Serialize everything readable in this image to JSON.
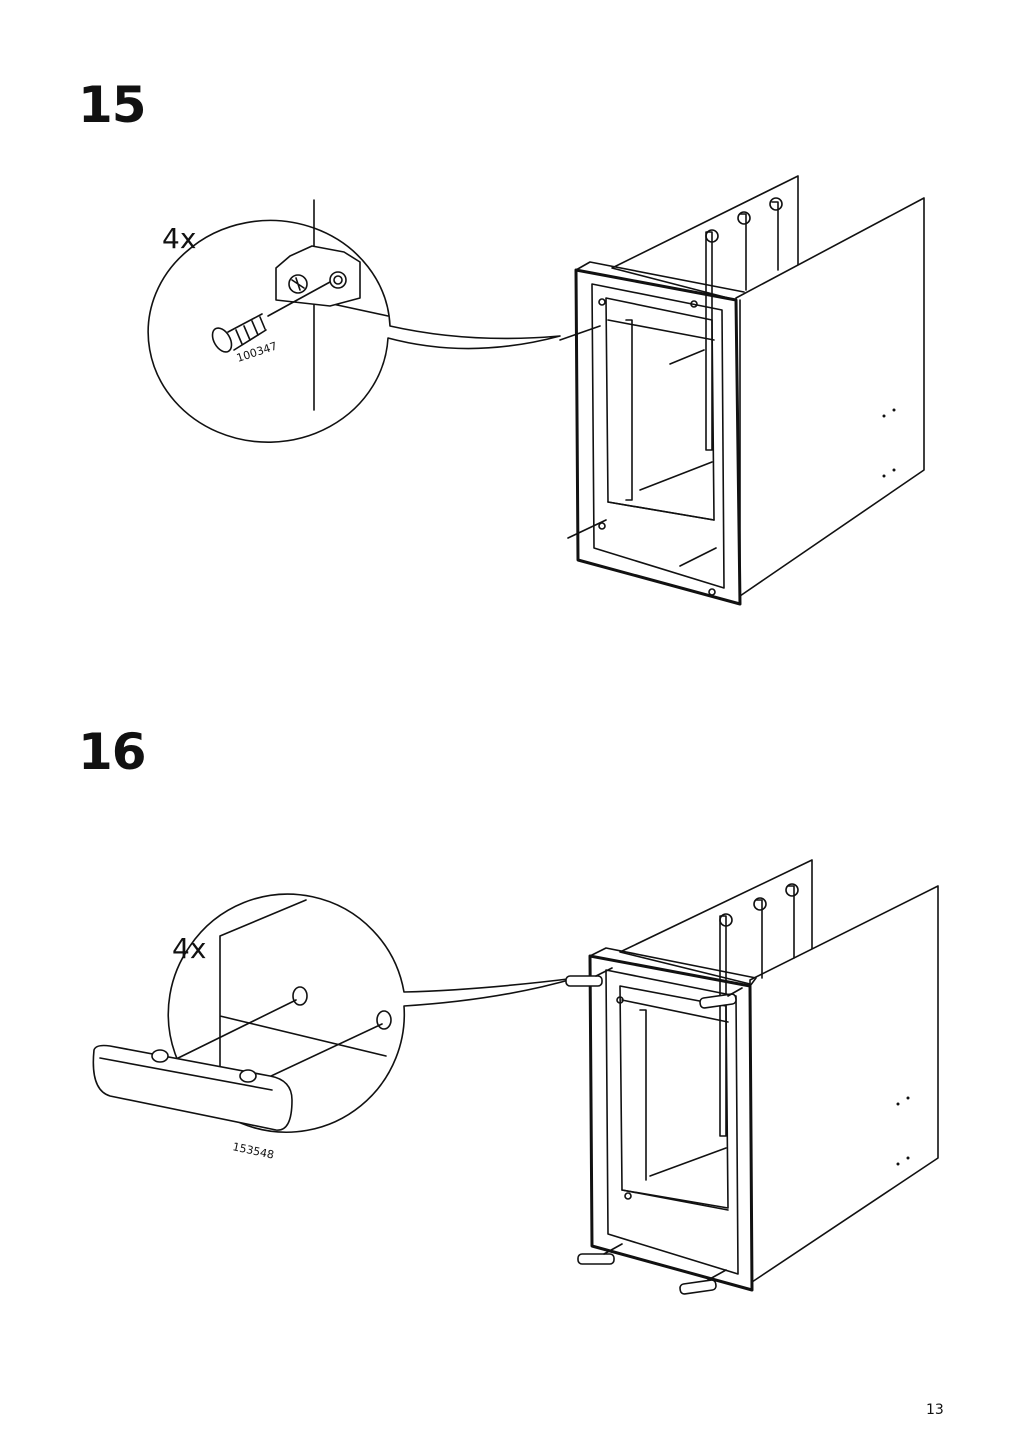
{
  "steps": [
    {
      "number": "15",
      "quantity": "4x",
      "part_number": "100347"
    },
    {
      "number": "16",
      "quantity": "4x",
      "part_number": "153548"
    }
  ],
  "page_number": "13",
  "icons": [
    "screw-icon",
    "bracket-icon",
    "glide-pad-icon"
  ]
}
